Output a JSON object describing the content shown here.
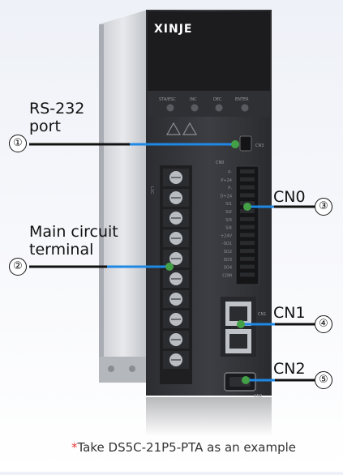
{
  "device": {
    "brand": "XINJE",
    "keys": [
      "STA/ESC",
      "INC",
      "DEC",
      "ENTER"
    ],
    "left_terminal_label": "L1C",
    "cn0_small": "CN0",
    "cn3_small": "CN3",
    "cn1_small": "CN1",
    "cn2_small": "CN2",
    "cn0_pins": [
      "P-",
      "P+24",
      "P-",
      "D+24",
      "SI1",
      "SI2",
      "SI3",
      "SI4",
      "+24V",
      "-SO1",
      "SO2",
      "SO3",
      "SO4",
      "COM"
    ]
  },
  "callouts": [
    {
      "number": "①",
      "label": "RS-232\nport"
    },
    {
      "number": "②",
      "label": "Main circuit\nterminal"
    },
    {
      "number": "③",
      "label": "CN0"
    },
    {
      "number": "④",
      "label": "CN1"
    },
    {
      "number": "⑤",
      "label": "CN2"
    }
  ],
  "footnote": {
    "star": "*",
    "text": "Take DS5C-21P5-PTA as an example"
  },
  "colors": {
    "accent_blue": "#1e88e5",
    "accent_green": "#43a047",
    "leader_black": "#111111",
    "note_star": "#e53935"
  }
}
